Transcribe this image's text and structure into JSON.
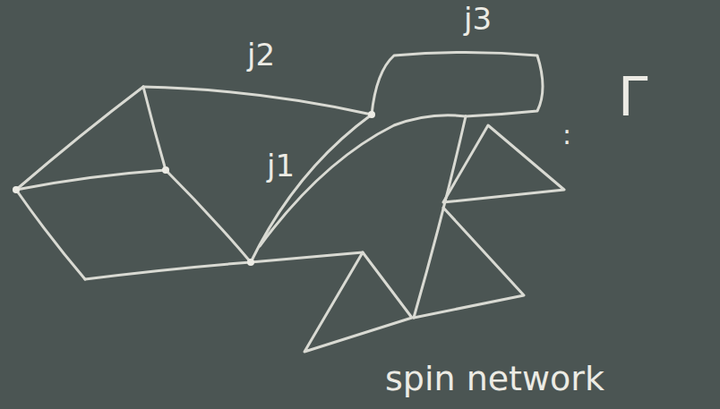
{
  "diagram": {
    "labels": [
      "j2",
      "j3",
      "j1",
      ":",
      "Γ",
      "spin network"
    ]
  }
}
